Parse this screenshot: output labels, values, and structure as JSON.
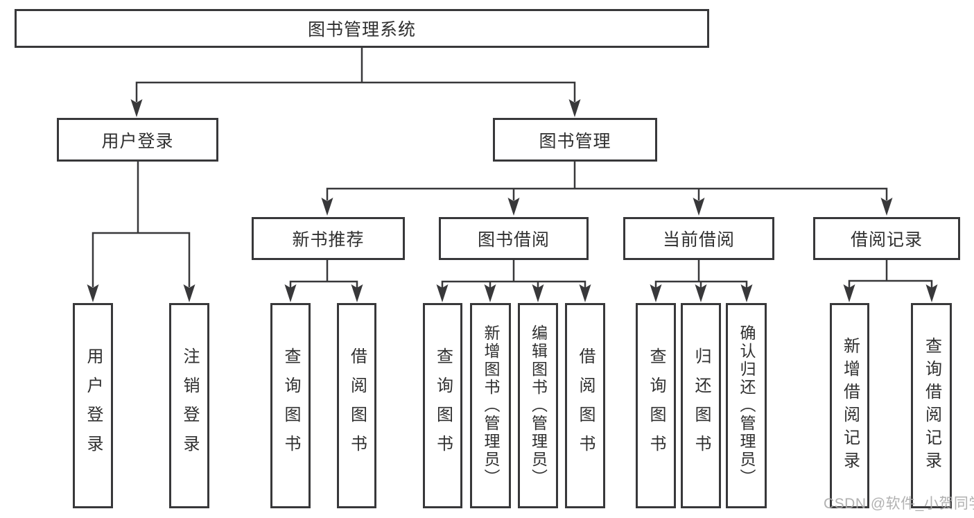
{
  "diagram": {
    "root": {
      "label": "图书管理系统"
    },
    "branches": [
      {
        "label": "用户登录",
        "children": [
          "用户登录",
          "注销登录"
        ]
      },
      {
        "label": "图书管理"
      }
    ],
    "modules": [
      {
        "label": "新书推荐",
        "children": [
          "查询图书",
          "借阅图书"
        ]
      },
      {
        "label": "图书借阅",
        "children": [
          "查询图书",
          "新增图书（管理员）",
          "编辑图书（管理员）",
          "借阅图书"
        ]
      },
      {
        "label": "当前借阅",
        "children": [
          "查询图书",
          "归还图书",
          "确认归还（管理员）"
        ]
      },
      {
        "label": "借阅记录",
        "children": [
          "新增借阅记录",
          "查询借阅记录"
        ]
      }
    ]
  },
  "watermark": {
    "text": "CSDN @软件_小贺同学"
  },
  "colors": {
    "line": "#38383a",
    "text": "#2f2f2f",
    "watermark": "#a8a8a8",
    "background": "#ffffff"
  }
}
